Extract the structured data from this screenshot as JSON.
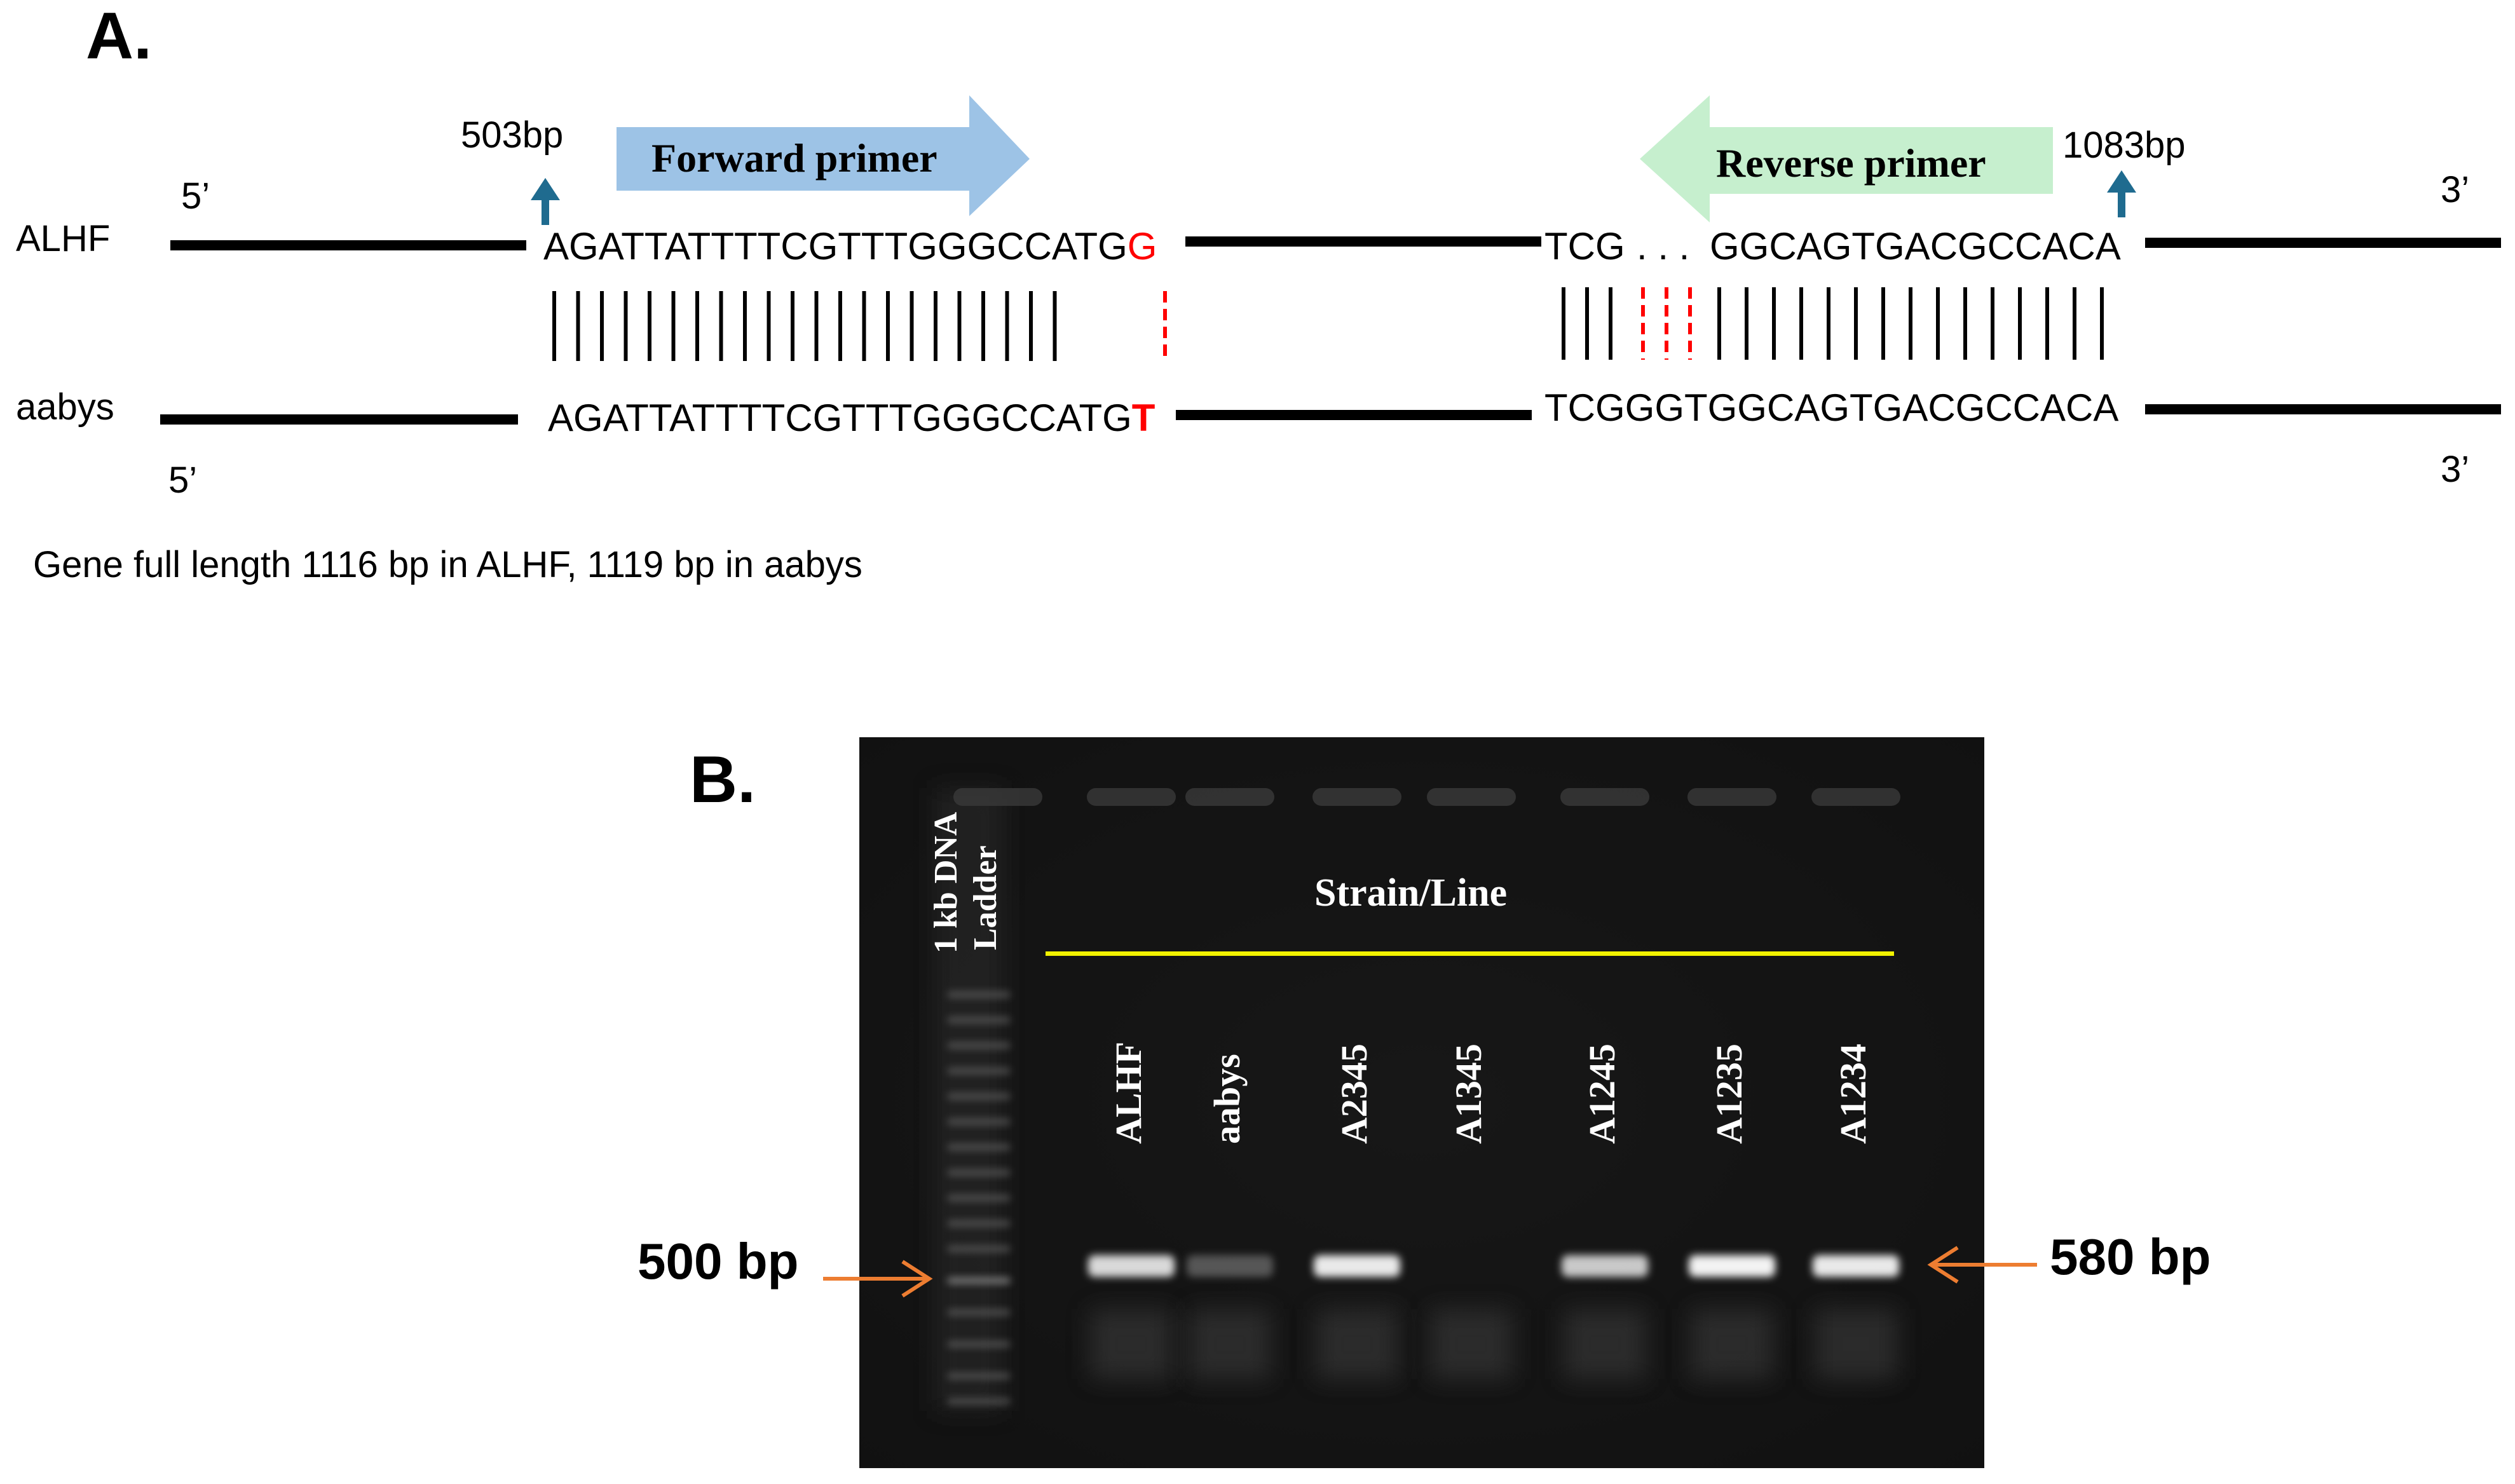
{
  "panel_a": {
    "label": "A.",
    "marker_503": "503bp",
    "marker_1083": "1083bp",
    "forward_primer": "Forward primer",
    "reverse_primer": "Reverse primer",
    "five_prime": "5’",
    "three_prime": "3’",
    "strain_top": "ALHF",
    "strain_bottom": "aabys",
    "seq_top_fwd_main": "AGATTATTTTCGTTTGGGCCATG",
    "seq_top_fwd_snp": "G",
    "seq_bottom_fwd_main": "AGATTATTTTCGTTTGGGCCATG",
    "seq_bottom_fwd_snp": "T",
    "seq_top_rev_start": "TCG",
    "seq_top_rev_gap": ". . .",
    "seq_top_rev_end": "GGCAGTGACGCCACA",
    "seq_bottom_rev": "TCGGGTGGCAGTGACGCCACA",
    "caption": "Gene full length 1116 bp in ALHF, 1119 bp in aabys",
    "colors": {
      "forward_arrow": "#9dc3e6",
      "reverse_arrow": "#c6efce",
      "marker_arrow": "#1f6b8f",
      "snp": "#ff0000",
      "line": "#000000"
    }
  },
  "panel_b": {
    "label": "B.",
    "ladder_label_line1": "1 kb DNA",
    "ladder_label_line2": "Ladder",
    "group_label": "Strain/Line",
    "lanes": [
      {
        "name": "ALHF",
        "band": 0.85
      },
      {
        "name": "aabys",
        "band": 0.05
      },
      {
        "name": "A2345",
        "band": 0.95
      },
      {
        "name": "A1345",
        "band": 0.0
      },
      {
        "name": "A1245",
        "band": 0.75
      },
      {
        "name": "A1235",
        "band": 1.0
      },
      {
        "name": "A1234",
        "band": 0.95
      }
    ],
    "left_marker": "500 bp",
    "right_marker": "580 bp",
    "colors": {
      "gel_background": "#141414",
      "group_line": "#f2f200",
      "pointer_arrow": "#ed7d31"
    }
  }
}
